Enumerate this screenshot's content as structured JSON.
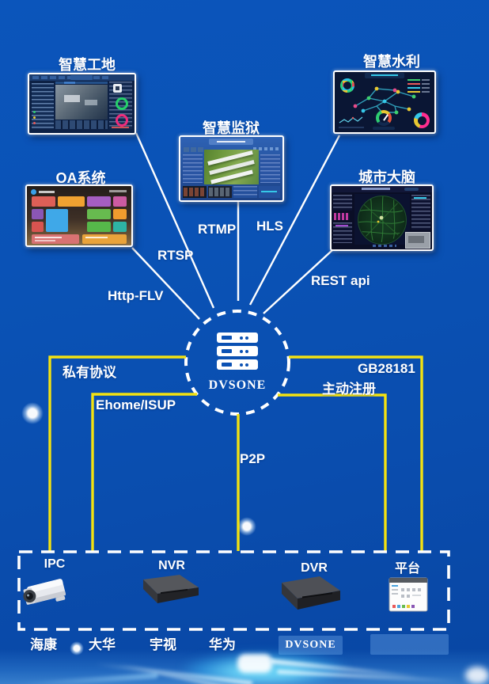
{
  "systems": [
    {
      "label": "智慧工地"
    },
    {
      "label": "OA系统"
    },
    {
      "label": "智慧监狱"
    },
    {
      "label": "智慧水利"
    },
    {
      "label": "城市大脑"
    }
  ],
  "hub": {
    "label": "DVSONE"
  },
  "protocols": {
    "http_flv": "Http-FLV",
    "rtsp": "RTSP",
    "rtmp": "RTMP",
    "hls": "HLS",
    "rest_api": "REST api",
    "private": "私有协议",
    "ehome": "Ehome/ISUP",
    "p2p": "P2P",
    "gb28181": "GB28181",
    "register": "主动注册"
  },
  "devices": [
    {
      "label": "IPC"
    },
    {
      "label": "NVR"
    },
    {
      "label": "DVR"
    },
    {
      "label": "平台"
    }
  ],
  "brands": [
    {
      "label": "海康"
    },
    {
      "label": "大华"
    },
    {
      "label": "宇视"
    },
    {
      "label": "华为"
    }
  ],
  "footer": {
    "brand": "DVSONE"
  },
  "colors": {
    "background_top": "#0B55BB",
    "background_bottom": "#0845A0",
    "connector_yellow": "#F3E211",
    "connector_white": "#FFFFFF",
    "glow_cyan": "#46CCF5"
  }
}
